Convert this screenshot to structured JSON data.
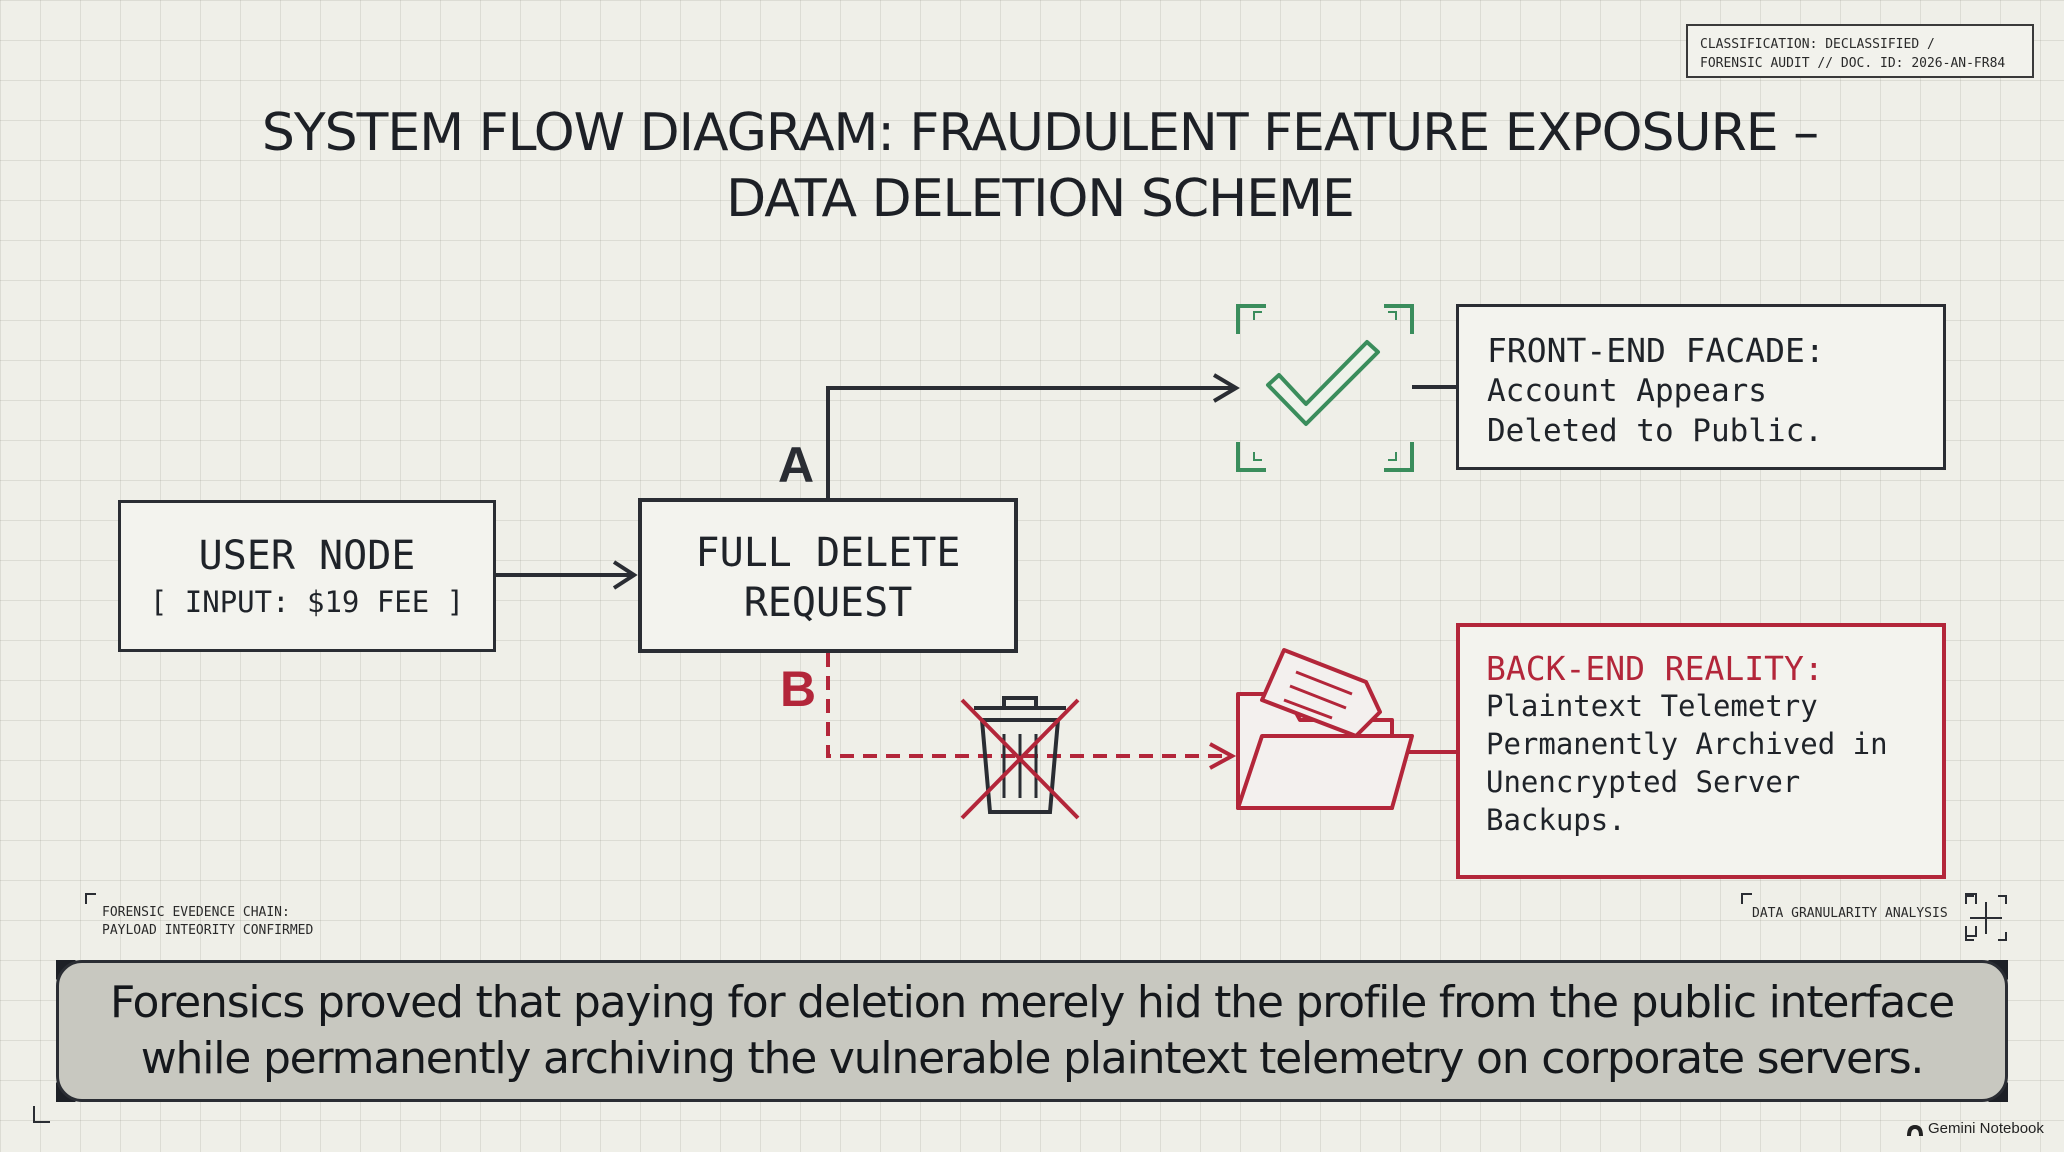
{
  "header": {
    "classification": "CLASSIFICATION: DECLASSIFIED /\nFORENSIC AUDIT // DOC. ID: 2026-AN-FR84",
    "title": "SYSTEM FLOW DIAGRAM: FRAUDULENT FEATURE EXPOSURE –\nDATA DELETION SCHEME"
  },
  "nodes": {
    "user": {
      "title": "USER NODE",
      "input": "[ INPUT: $19 FEE ]"
    },
    "request": {
      "label": "FULL DELETE\nREQUEST"
    },
    "front_end": {
      "heading": "FRONT-END FACADE:",
      "body": "Account Appears\nDeleted to Public."
    },
    "back_end": {
      "heading": "BACK-END REALITY:",
      "body": "Plaintext Telemetry\nPermanently Archived in\nUnencrypted Server\nBackups."
    }
  },
  "paths": {
    "a": "A",
    "b": "B"
  },
  "footer": {
    "evidence": "FORENSIC EVEDENCE CHAIN:\nPAYLOAD INTEORITY CONFIRMED",
    "granularity": "DATA GRANULARITY ANALYSIS",
    "summary": "Forensics proved that paying for deletion merely hid the profile from the public interface\nwhile permanently archiving the vulnerable plaintext telemetry on corporate servers.",
    "brand": "Gemini Notebook"
  },
  "icons": [
    "checkmark-icon",
    "trash-crossed-icon",
    "folder-document-icon",
    "crosshair-icon"
  ],
  "colors": {
    "ink": "#2a2d33",
    "alert": "#b3263a",
    "ok": "#3a8d5c"
  }
}
